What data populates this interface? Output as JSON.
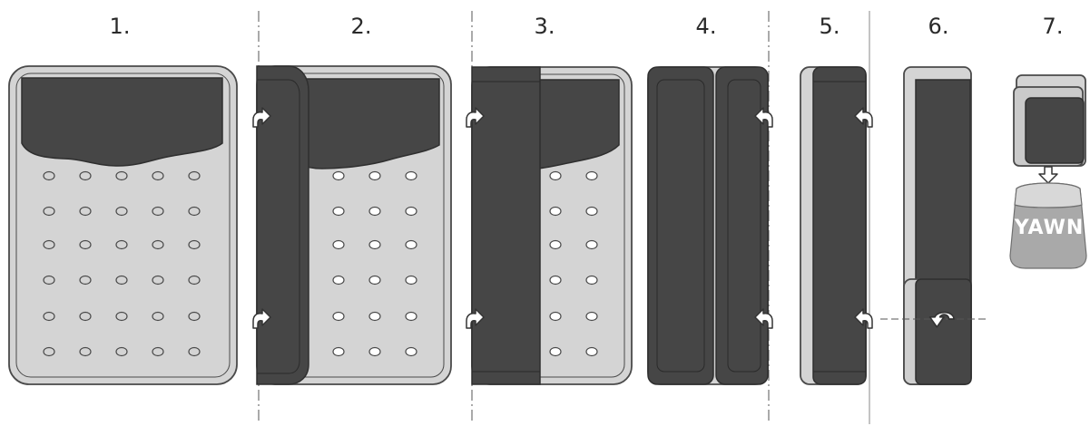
{
  "steps": [
    {
      "label": "1."
    },
    {
      "label": "2."
    },
    {
      "label": "3."
    },
    {
      "label": "4."
    },
    {
      "label": "5."
    },
    {
      "label": "6."
    },
    {
      "label": "7."
    }
  ],
  "bag": {
    "brand": "YAWN"
  },
  "colors": {
    "mat_light": "#d4d4d4",
    "mat_dark": "#464646",
    "outline": "#4a4a4a",
    "bag": "#a9a9a9"
  },
  "icons": [
    "fold-arrow-icon",
    "roll-arrow-icon",
    "down-arrow-icon"
  ]
}
